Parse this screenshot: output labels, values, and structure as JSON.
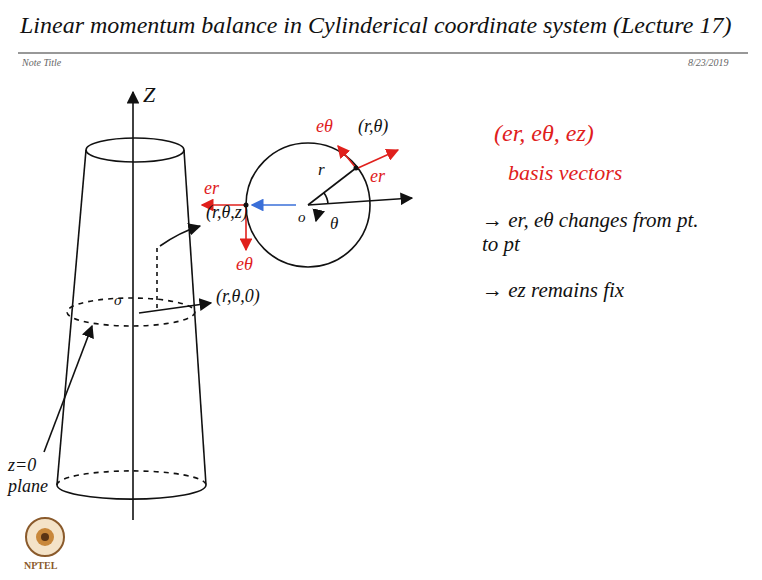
{
  "diagram": {
    "title": "Linear momentum balance in Cylinderical coordinate system (Lecture 17)",
    "labels": [
      "Note Title",
      "8/23/2019",
      "Z",
      "(r,θ,z)",
      "(r,θ,0)",
      "o",
      "z=0 plane",
      "eθ",
      "(r,θ)",
      "r",
      "er",
      "er",
      "o",
      "θ",
      "eθ",
      "(er, eθ, ez)",
      "basis vectors",
      "→ er, eθ changes from pt. to pt",
      "→ ez remains fix",
      "NPTEL"
    ]
  }
}
